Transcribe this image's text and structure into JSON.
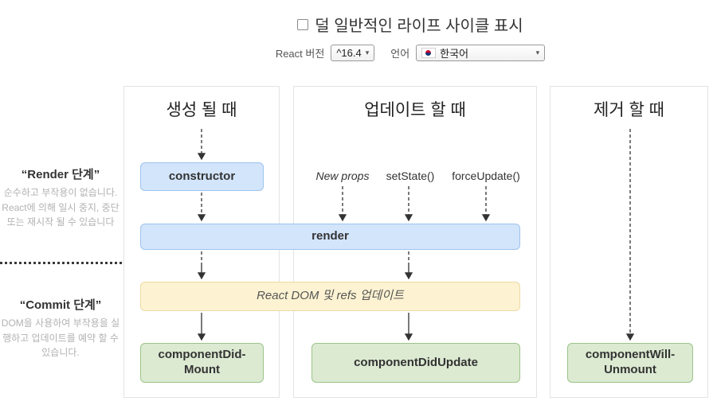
{
  "header": {
    "toggle_label": "덜 일반적인 라이프 사이클 표시",
    "react_version_label": "React 버전",
    "react_version_value": "^16.4",
    "language_label": "언어",
    "language_value": "한국어"
  },
  "icons": {
    "select_chevron": "▾",
    "language_flag": "korea-flag",
    "toggle_checkbox_state": "unchecked"
  },
  "sidebar": {
    "render_phase": {
      "title": "“Render 단계”",
      "description": "순수하고 부작용이 없습니다. React에 의해 일시 중지, 중단 또는 재시작 될 수 있습니다"
    },
    "commit_phase": {
      "title": "“Commit 단계”",
      "description": "DOM을 사용하여 부작용을 실행하고 업데이트를 예약 할 수 있습니다."
    }
  },
  "columns": {
    "mounting": {
      "title": "생성 될 때",
      "constructor_label": "constructor",
      "did_mount_label": "componentDid-\nMount"
    },
    "updating": {
      "title": "업데이트 할 때",
      "new_props_label": "New props",
      "set_state_label": "setState()",
      "force_update_label": "forceUpdate()",
      "did_update_label": "componentDidUpdate"
    },
    "unmounting": {
      "title": "제거 할 때",
      "will_unmount_label": "componentWill-\nUnmount"
    }
  },
  "shared_boxes": {
    "render_label": "render",
    "react_dom_label": "React DOM 및 refs 업데이트"
  },
  "colors": {
    "lifecycle_method_bg": "#d3e5fb",
    "lifecycle_method_border": "#9dc3ef",
    "side_effect_bg": "#fdf3d2",
    "side_effect_border": "#ebdba4",
    "commit_method_bg": "#dcead2",
    "commit_method_border": "#9cc489",
    "panel_border": "#e3e3e3",
    "arrow": "#333333",
    "muted_text": "#b2b2b2"
  }
}
